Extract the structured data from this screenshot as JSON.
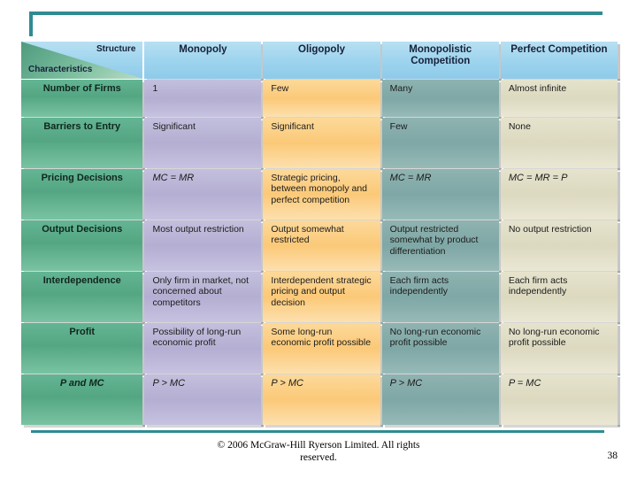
{
  "slide": {
    "accent_color": "#2e8c90",
    "footer": {
      "copyright": "© 2006 McGraw-Hill Ryerson Limited.  All rights reserved.",
      "page_number": "38"
    }
  },
  "table": {
    "corner": {
      "top_label": "Structure",
      "bottom_label": "Characteristics"
    },
    "column_headers": [
      "Monopoly",
      "Oligopoly",
      "Monopolistic Competition",
      "Perfect Competition"
    ],
    "column_colors": [
      "#b4afd2",
      "#fbc978",
      "#7ea7a5",
      "#dcd9c0"
    ],
    "header_color": "#9cd3ee",
    "rowhead_color": "#54a683",
    "rows": [
      {
        "label": "Number of Firms",
        "cells": [
          "1",
          "Few",
          "Many",
          "Almost infinite"
        ]
      },
      {
        "label": "Barriers to Entry",
        "cells": [
          "Significant",
          "Significant",
          "Few",
          "None"
        ]
      },
      {
        "label": "Pricing Decisions",
        "cells": [
          "MC = MR",
          "Strategic pricing, between monopoly and perfect competition",
          "MC = MR",
          "MC = MR = P"
        ]
      },
      {
        "label": "Output Decisions",
        "cells": [
          "Most output restriction",
          "Output somewhat restricted",
          "Output restricted somewhat by product differentiation",
          "No output restriction"
        ]
      },
      {
        "label": "Interdependence",
        "cells": [
          "Only firm in market, not concerned about competitors",
          "Interdependent strategic pricing and output decision",
          "Each firm acts independently",
          "Each firm acts independently"
        ]
      },
      {
        "label": "Profit",
        "cells": [
          "Possibility of long-run economic profit",
          "Some long-run economic profit possible",
          "No long-run economic profit possible",
          "No long-run economic profit possible"
        ]
      },
      {
        "label": "P and MC",
        "cells": [
          "P > MC",
          "P > MC",
          "P > MC",
          "P = MC"
        ]
      }
    ]
  }
}
